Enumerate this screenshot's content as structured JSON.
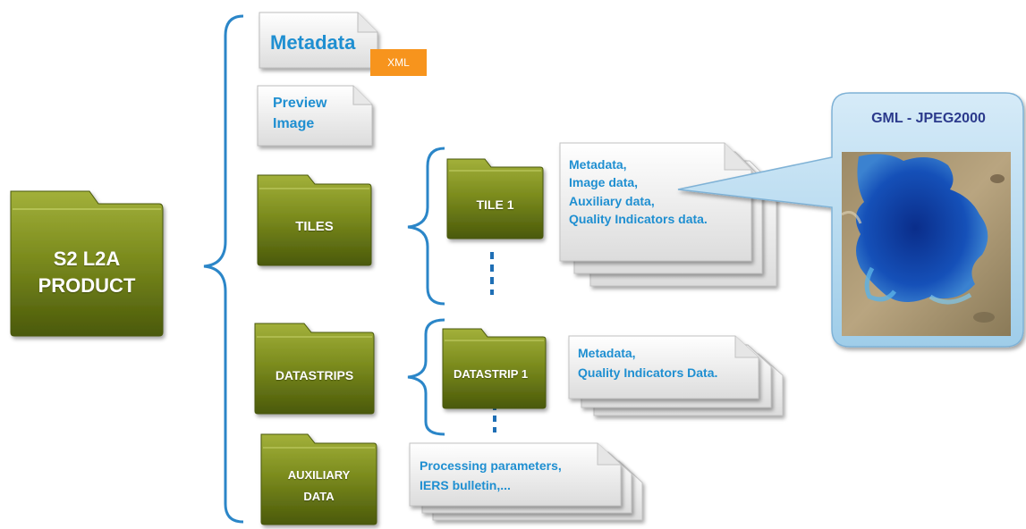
{
  "root": {
    "line1": "S2 L2A",
    "line2": "PRODUCT"
  },
  "metadata_doc": {
    "label": "Metadata",
    "badge": "XML"
  },
  "preview_doc": {
    "line1": "Preview",
    "line2": "Image"
  },
  "tiles": {
    "label": "TILES"
  },
  "tile1": {
    "label": "TILE 1"
  },
  "tile_doc": {
    "lines": [
      "Metadata,",
      "Image data,",
      "Auxiliary data,",
      "Quality Indicators data."
    ]
  },
  "datastrips": {
    "label": "DATASTRIPS"
  },
  "datastrip1": {
    "label": "DATASTRIP 1"
  },
  "datastrip_doc": {
    "lines": [
      "Metadata,",
      "Quality Indicators Data."
    ]
  },
  "auxiliary": {
    "line1": "AUXILIARY",
    "line2": "DATA"
  },
  "auxiliary_doc": {
    "lines": [
      "Processing parameters,",
      "IERS bulletin,..."
    ]
  },
  "callout": {
    "title": "GML - JPEG2000"
  },
  "colors": {
    "folder_top": "#8a9a2a",
    "folder_bottom": "#4e5d0c",
    "bracket": "#2b86c8",
    "text_blue": "#1f8fd1",
    "badge": "#f7941d"
  }
}
